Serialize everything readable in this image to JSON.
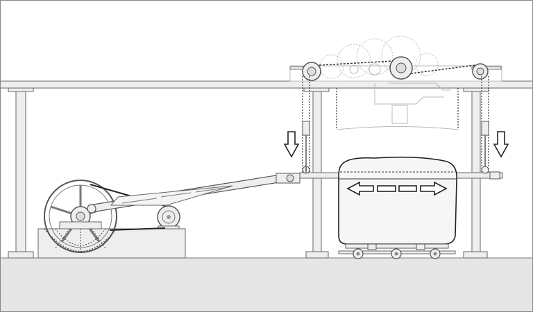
{
  "diagram": {
    "title": "",
    "components": [
      "engine-flywheel",
      "belt-pulley",
      "connecting-rod",
      "overhead-line-shaft",
      "gear-train",
      "hanging-pendulum-frame",
      "rocking-carriage",
      "wheeled-trolley"
    ],
    "arrows": [
      {
        "name": "left-down-arrow",
        "direction": "down"
      },
      {
        "name": "right-down-arrow",
        "direction": "down"
      },
      {
        "name": "carriage-motion-arrow",
        "direction": "left-right"
      }
    ],
    "colors": {
      "background": "#ffffff",
      "floor": "#e6e6e6",
      "structure": "#eeeeee",
      "line": "#555555",
      "ghost": "#b8b8b8",
      "dark": "#222222"
    }
  }
}
